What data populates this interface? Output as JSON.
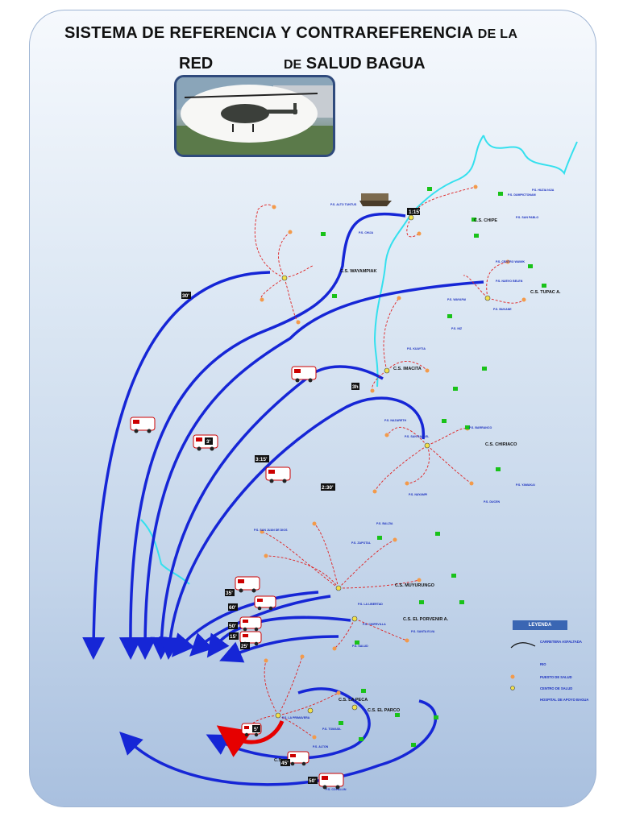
{
  "header": {
    "title_line1_big": "SISTEMA DE REFERENCIA Y CONTRAREFERENCIA",
    "title_line1_small": "DE LA",
    "title_line2_part1": "RED",
    "title_line2_small": "DE",
    "title_line2_part2": "SALUD BAGUA"
  },
  "centers": {
    "chipe": "C.S. CHIPE",
    "tupac": "C.S. TUPAC A.",
    "imacita": "C.S. IMACITA",
    "wayampiak": "C.S. WAYAMPIAK",
    "chiriaco": "C.S. CHIRIACO",
    "muyuy": "C.S. MUYURUNGO",
    "el_porvenir": "C.S. EL PORVENIR A.",
    "la_peca": "C.S. LA PECA",
    "el_parco": "C.S. EL PARCO",
    "bagua": "C.S."
  },
  "times": {
    "t_115": "1:15'",
    "t_30": "30'",
    "t_3h": "3h",
    "t_3_": "3'",
    "t_315": "3:15'",
    "t_230": "2:30'",
    "t_35": "35'",
    "t_60": "60'",
    "t_50": "50'",
    "t_15": "15'",
    "t_25": "25'",
    "t_5": "5'",
    "t_45": "45'",
    "t_50b": "50'"
  },
  "legend": {
    "title": "LEYENDA",
    "items": [
      {
        "label": "CARRETERA ASFALTADA"
      },
      {
        "label": "RIO"
      },
      {
        "label": "PUESTO DE SALUD"
      },
      {
        "label": "CENTRO DE SALUD"
      },
      {
        "label": "HOSPITAL DE APOYO BAGUA"
      }
    ]
  },
  "posts": [
    "P.S. HUZIA NIJA",
    "P.S. DUMPICTONAM",
    "P.S. SAN PABLO",
    "P.S. ALTO TUNTUS",
    "P.S. CHIJA",
    "P.S. CENTRO WAWIK",
    "P.S. NUEVO BELEN",
    "P.S. WAYAPAI",
    "P.S. BUKANE",
    "P.S. NIZ",
    "P.S. KUAYTIA",
    "P.S. NAZARETH",
    "P.S. SAN RAFAEL",
    "P.S. BARRANCO",
    "P.S. YAMAKAI",
    "P.S. DUCEN",
    "P.S. NAYAMPI",
    "P.S. SAN JUAN DE DIOS",
    "P.S. BALZIA",
    "P.S. ZAPOTAL",
    "P.S. LA LIBERTAD",
    "P.S. SANTA ELVA",
    "P.S. CHIPEVILLA",
    "P.S. SALUD",
    "P.S. TOMASIL",
    "P.S. LA PRIMAVERA",
    "P.S. ALTON",
    "P.S. COPALLIN"
  ]
}
